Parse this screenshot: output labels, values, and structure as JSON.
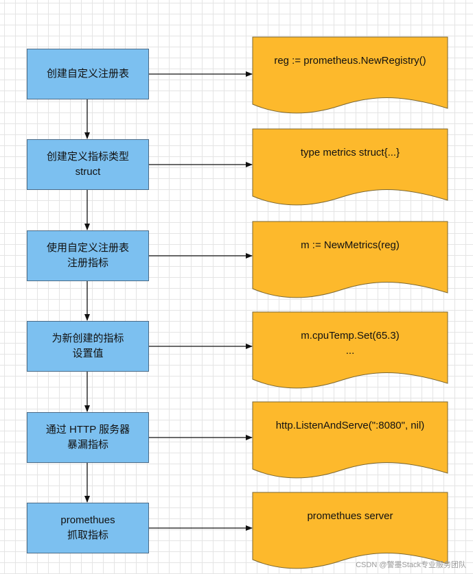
{
  "steps": [
    {
      "label": "创建自定义注册表"
    },
    {
      "label": "创建定义指标类型\nstruct"
    },
    {
      "label": "使用自定义注册表\n注册指标"
    },
    {
      "label": "为新创建的指标\n设置值"
    },
    {
      "label": "通过 HTTP 服务器\n暴漏指标"
    },
    {
      "label": "promethues\n抓取指标"
    }
  ],
  "code_blocks": [
    {
      "text": "reg := prometheus.NewRegistry()"
    },
    {
      "text": "type metrics struct{...}"
    },
    {
      "text": "m := NewMetrics(reg)"
    },
    {
      "text": "m.cpuTemp.Set(65.3)\n..."
    },
    {
      "text": "http.ListenAndServe(\":8080\", nil)"
    },
    {
      "text": "promethues server"
    }
  ],
  "watermark": "CSDN @警墨Stack专业服务团队",
  "colors": {
    "step_fill": "#7cc0f0",
    "step_border": "#4a6a86",
    "doc_fill": "#fdb92c",
    "doc_border": "#7a6630",
    "arrow": "#111111"
  }
}
